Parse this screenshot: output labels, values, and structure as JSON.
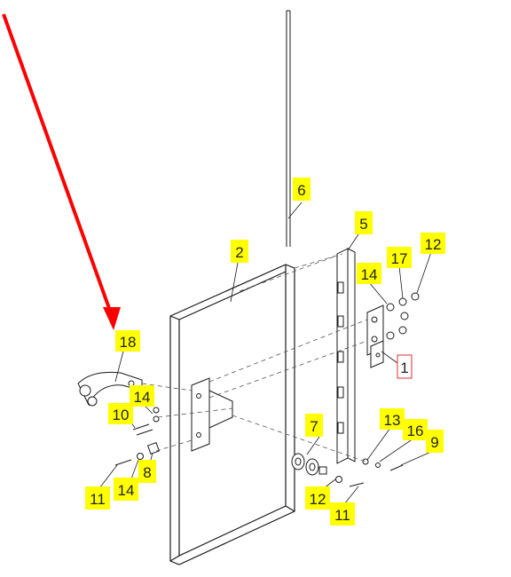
{
  "diagram": {
    "colors": {
      "label_bg": "#ffff00",
      "arrow": "#ff0000",
      "line": "#1a1a1a",
      "highlight_border": "#d93030"
    },
    "callouts": [
      {
        "id": "c1",
        "text": "1"
      },
      {
        "id": "c2",
        "text": "2"
      },
      {
        "id": "c5",
        "text": "5"
      },
      {
        "id": "c6",
        "text": "6"
      },
      {
        "id": "c7",
        "text": "7"
      },
      {
        "id": "c8",
        "text": "8"
      },
      {
        "id": "c9",
        "text": "9"
      },
      {
        "id": "c10",
        "text": "10"
      },
      {
        "id": "c11a",
        "text": "11"
      },
      {
        "id": "c11b",
        "text": "11"
      },
      {
        "id": "c12a",
        "text": "12"
      },
      {
        "id": "c12b",
        "text": "12"
      },
      {
        "id": "c13",
        "text": "13"
      },
      {
        "id": "c14a",
        "text": "14"
      },
      {
        "id": "c14b",
        "text": "14"
      },
      {
        "id": "c14c",
        "text": "14"
      },
      {
        "id": "c16",
        "text": "16"
      },
      {
        "id": "c17",
        "text": "17"
      },
      {
        "id": "c18",
        "text": "18"
      }
    ]
  }
}
